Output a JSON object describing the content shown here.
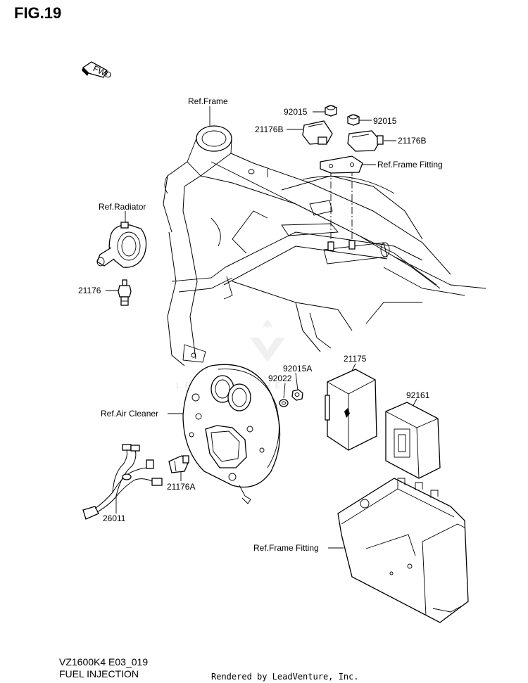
{
  "figure": {
    "title": "FIG.19"
  },
  "fwd_arrow": {
    "label": "FWD",
    "icon": "fwd-arrow-icon"
  },
  "watermark": {
    "text": "LEADVENTURE"
  },
  "parts": {
    "ref_frame": "Ref.Frame",
    "nut_left": "92015",
    "nut_right": "92015",
    "sensor_left": "21176B",
    "sensor_right": "21176B",
    "ref_frame_fitting_top": "Ref.Frame Fitting",
    "ref_radiator": "Ref.Radiator",
    "sensor_21176": "21176",
    "ecu_21175": "21175",
    "nut_92015a": "92015A",
    "washer_92022": "92022",
    "ref_air_cleaner": "Ref.Air Cleaner",
    "cover_92161": "92161",
    "sensor_21176a": "21176A",
    "harness_26011": "26011",
    "ref_frame_fitting_bottom": "Ref.Frame Fitting"
  },
  "footer": {
    "code": "VZ1600K4 E03_019",
    "title": "FUEL INJECTION",
    "rendered_by": "Rendered by LeadVenture, Inc."
  }
}
